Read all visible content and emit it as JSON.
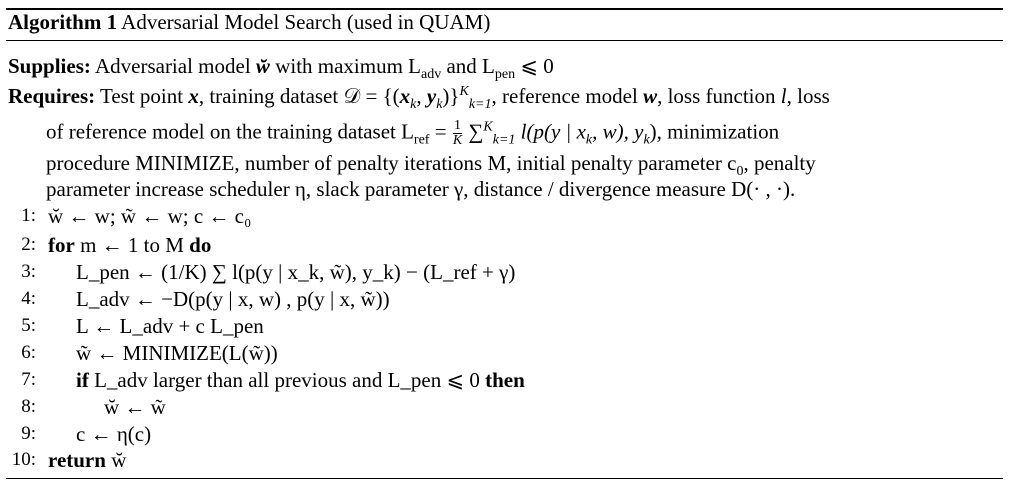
{
  "algorithm": {
    "label": "Algorithm 1",
    "title": "Adversarial Model Search (used in QUAM)"
  },
  "supplies": {
    "label": "Supplies:",
    "text_a": "Adversarial model ",
    "w_sym": "w̆",
    "text_b": " with maximum L",
    "adv": "adv",
    "text_c": " and L",
    "pen": "pen",
    "text_d": " ⩽ 0"
  },
  "requires": {
    "label": "Requires:",
    "l1_a": "Test point ",
    "x": "x",
    "l1_b": ", training dataset 𝒟 = {(",
    "xk": "x",
    "k": "k",
    "comma": ", ",
    "yk": "y",
    "l1_c": ")}",
    "sup_K": "K",
    "sub_k1": "k=1",
    "l1_d": ", reference model ",
    "w": "w",
    "l1_e": ", loss function ",
    "l": "l",
    "l1_f": ", loss",
    "l2_a": "of reference model on the training dataset L",
    "ref": "ref",
    "l2_b": " = ",
    "frac_top": "1",
    "frac_bot": "K",
    "l2_c": " ∑",
    "l2_d": " l(p(y | x",
    "l2_e": ", w), y",
    "l2_f": "), minimization",
    "l3": "procedure MINIMIZE, number of penalty iterations M, initial penalty parameter c",
    "zero": "0",
    "l3_b": ", penalty",
    "l4": "parameter increase scheduler η, slack parameter γ, distance / divergence measure D(· , ·)."
  },
  "steps": [
    {
      "n": "1:",
      "text": "w̆ ← w;   w̃ ← w;   c ← c₀"
    },
    {
      "n": "2:",
      "kw": "for",
      "text": " m ← 1 to M ",
      "kw2": "do"
    },
    {
      "n": "3:",
      "text": "L_pen ← (1/K) ∑ l(p(y | x_k, w̃), y_k) − (L_ref + γ)"
    },
    {
      "n": "4:",
      "text": "L_adv ← −D(p(y | x, w) , p(y | x, w̃))"
    },
    {
      "n": "5:",
      "text": "L ← L_adv + c L_pen"
    },
    {
      "n": "6:",
      "text": "w̃ ← MINIMIZE(L(w̃))"
    },
    {
      "n": "7:",
      "kw": "if",
      "text": " L_adv larger than all previous and L_pen ⩽ 0 ",
      "kw2": "then"
    },
    {
      "n": "8:",
      "text": "w̆ ← w̃"
    },
    {
      "n": "9:",
      "text": "c ← η(c)"
    },
    {
      "n": "10:",
      "kw": "return",
      "text": " w̆"
    }
  ]
}
